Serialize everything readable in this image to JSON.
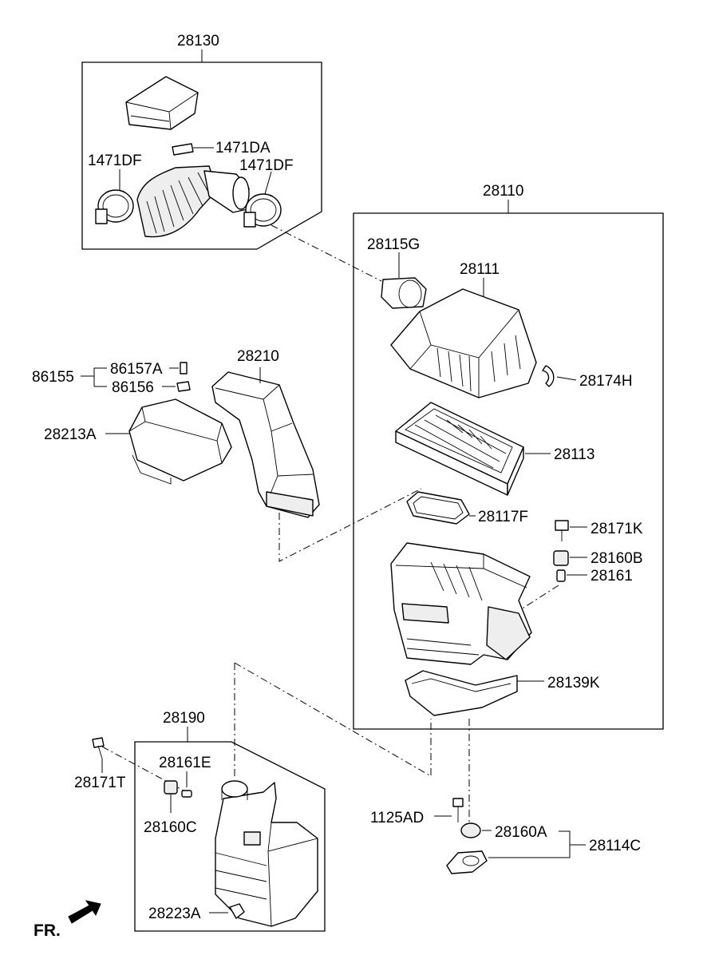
{
  "labels": {
    "p28130": "28130",
    "p1471DA": "1471DA",
    "p1471DF_left": "1471DF",
    "p1471DF_right": "1471DF",
    "p28110": "28110",
    "p28115G": "28115G",
    "p28111": "28111",
    "p28174H": "28174H",
    "p28113": "28113",
    "p28117F": "28117F",
    "p28171K": "28171K",
    "p28160B": "28160B",
    "p28161": "28161",
    "p28139K": "28139K",
    "p28210": "28210",
    "p86155": "86155",
    "p86157A": "86157A",
    "p86156": "86156",
    "p28213A": "28213A",
    "p28190": "28190",
    "p28161E": "28161E",
    "p28171T": "28171T",
    "p28160C": "28160C",
    "p28223A": "28223A",
    "p1125AD": "1125AD",
    "p28160A": "28160A",
    "p28114C": "28114C",
    "fr": "FR."
  },
  "icons": {
    "front_arrow": "fr-arrow-icon"
  }
}
